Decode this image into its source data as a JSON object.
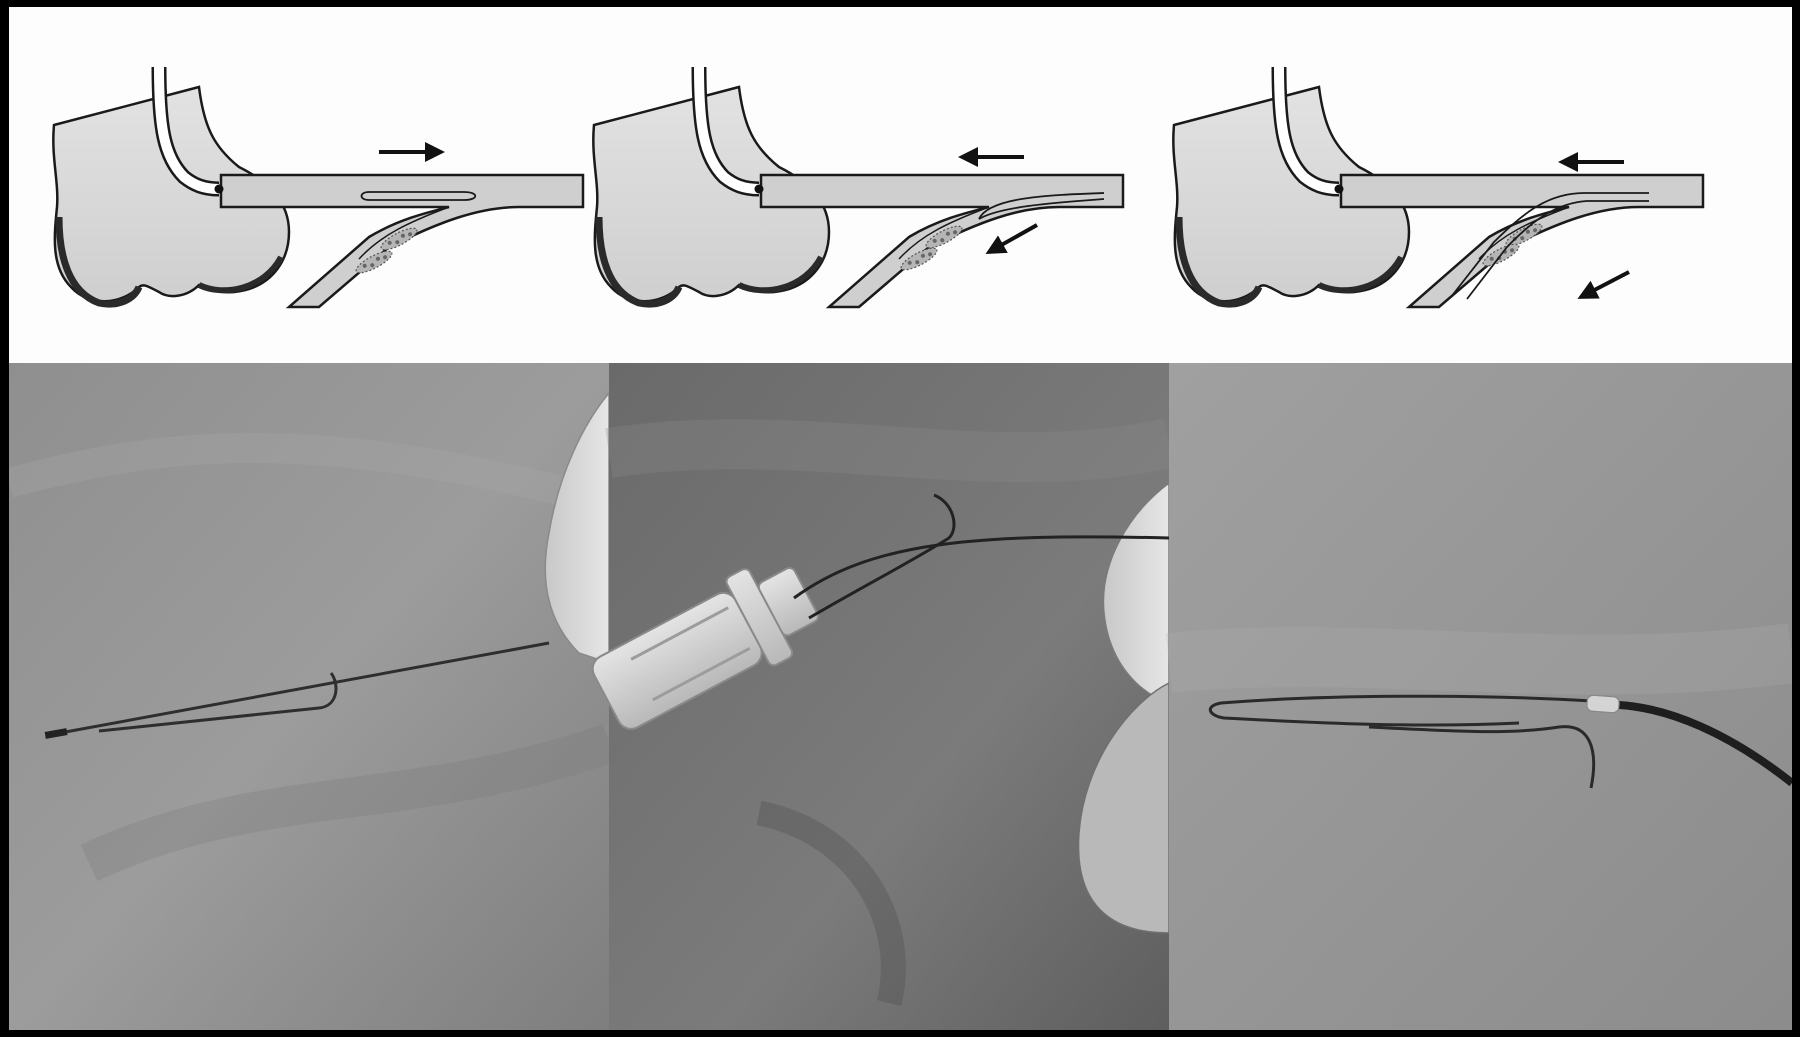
{
  "figure": {
    "panels": [
      {
        "id": "step-1",
        "arrow_main": "right",
        "arrow_branch": "none"
      },
      {
        "id": "step-2",
        "arrow_main": "left",
        "arrow_branch": "down-left"
      },
      {
        "id": "step-3",
        "arrow_main": "left",
        "arrow_branch": "down-left"
      }
    ],
    "photos": [
      {
        "id": "photo-1",
        "content": "guidewire-loop"
      },
      {
        "id": "photo-2",
        "content": "catheter-hub-with-wire"
      },
      {
        "id": "photo-3",
        "content": "looped-wire-through-catheter"
      }
    ]
  },
  "colors": {
    "background": "#000000",
    "diagram_bg": "#fdfdfd",
    "tissue_fill": "#d8d8d8",
    "outline": "#222222",
    "photo_drape_1": "#8c8c8c",
    "photo_drape_2": "#6e6e6e",
    "photo_drape_3": "#979797"
  }
}
